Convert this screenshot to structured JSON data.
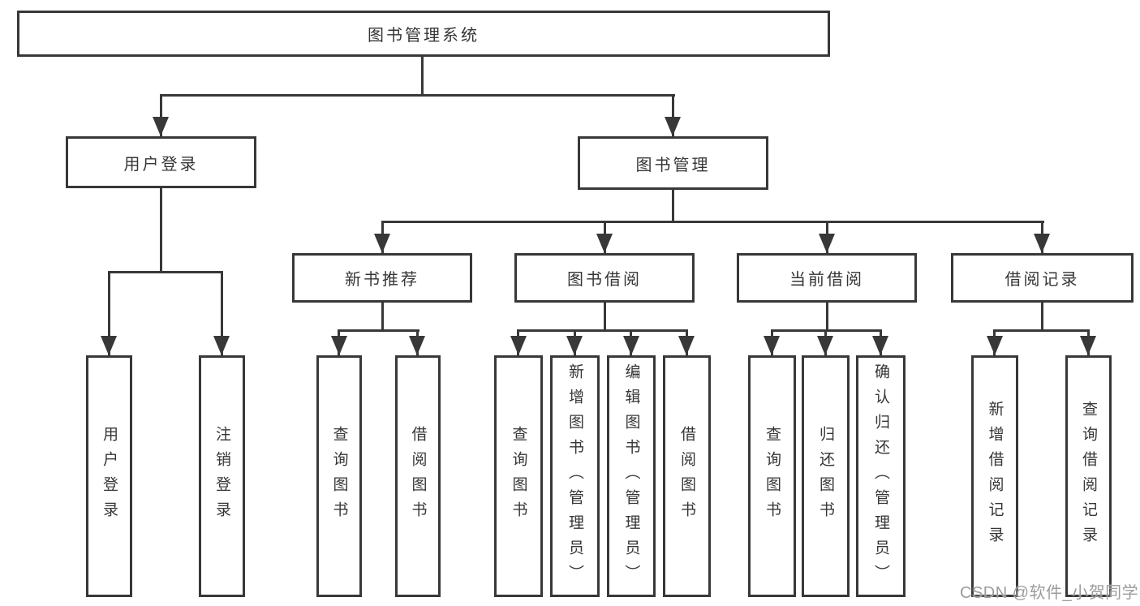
{
  "diagram": {
    "root": {
      "label": "图书管理系统"
    },
    "level2": [
      {
        "label": "用户登录"
      },
      {
        "label": "图书管理"
      }
    ],
    "level3": [
      {
        "label": "新书推荐"
      },
      {
        "label": "图书借阅"
      },
      {
        "label": "当前借阅"
      },
      {
        "label": "借阅记录"
      }
    ],
    "leaves": [
      {
        "label": "用户登录"
      },
      {
        "label": "注销登录"
      },
      {
        "label": "查询图书"
      },
      {
        "label": "借阅图书"
      },
      {
        "label": "查询图书"
      },
      {
        "label": "新增图书（管理员）"
      },
      {
        "label": "编辑图书（管理员）"
      },
      {
        "label": "借阅图书"
      },
      {
        "label": "查询图书"
      },
      {
        "label": "归还图书"
      },
      {
        "label": "确认归还（管理员）"
      },
      {
        "label": "新增借阅记录"
      },
      {
        "label": "查询借阅记录"
      }
    ],
    "watermark": "CSDN @软件_小贺同学",
    "colors": {
      "line": "#383838",
      "text": "#363636",
      "watermark": "#9c9c9c",
      "background": "#ffffff"
    }
  }
}
